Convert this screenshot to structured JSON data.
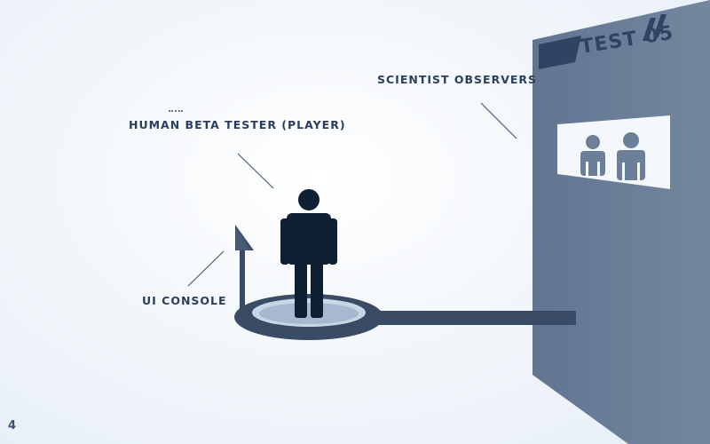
{
  "labels": {
    "scientist_observers": "SCIENTIST OBSERVERS",
    "human_beta_tester": "HUMAN BETA TESTER (PLAYER)",
    "ui_console": "UI CONSOLE",
    "wall_title": "TEST 05"
  },
  "page_number": "4",
  "colors": {
    "wall": "#6b7f99",
    "figure": "#0f1f33",
    "console": "#3a4c65",
    "leader_line": "#4a5d78"
  },
  "icons": {
    "player": "person-icon",
    "observers": "person-icon",
    "console_arrow": "arrow-up-icon"
  }
}
